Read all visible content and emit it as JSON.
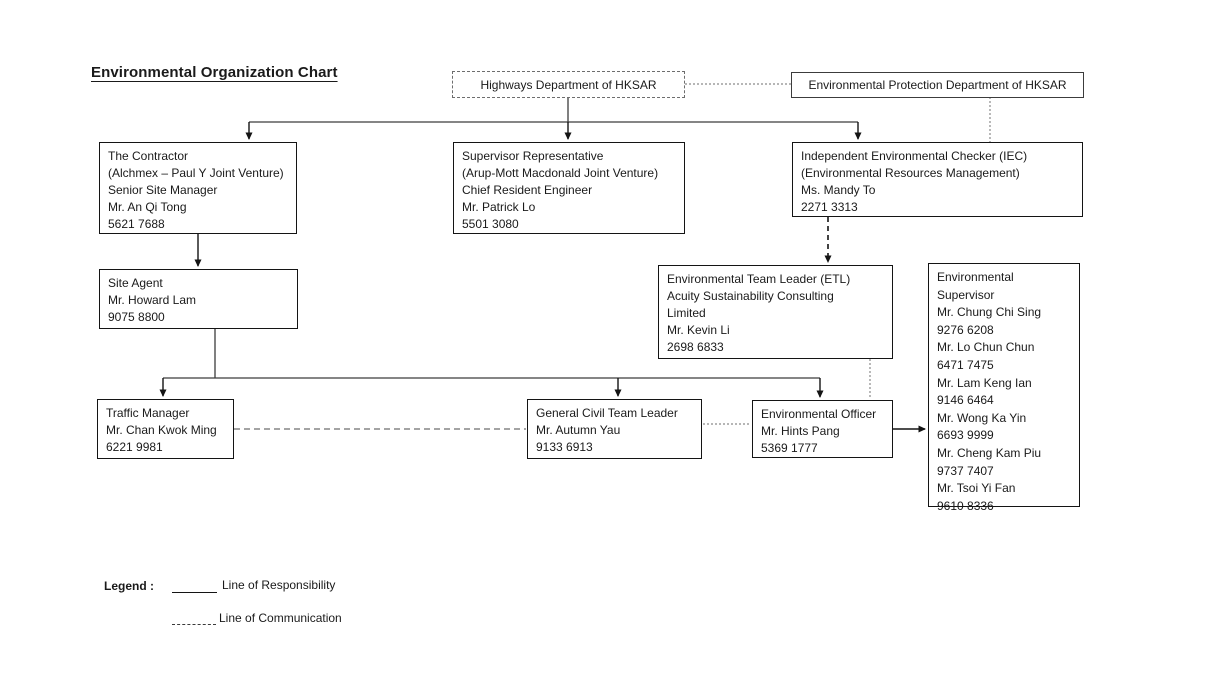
{
  "title": "Environmental Organization Chart",
  "accent_color": "#141414",
  "nodes": {
    "highways": {
      "lines": [
        "Highways Department of HKSAR"
      ]
    },
    "epd": {
      "lines": [
        "Environmental Protection Department of HKSAR"
      ]
    },
    "contractor": {
      "lines": [
        "The Contractor",
        "(Alchmex – Paul Y Joint Venture)",
        "Senior Site Manager",
        "Mr. An Qi Tong",
        "5621 7688"
      ]
    },
    "supervisor_rep": {
      "lines": [
        "Supervisor Representative",
        "(Arup-Mott Macdonald Joint Venture)",
        "Chief Resident Engineer",
        "Mr. Patrick Lo",
        "5501 3080"
      ]
    },
    "iec": {
      "lines": [
        "Independent Environmental Checker (IEC)",
        "(Environmental Resources Management)",
        "Ms. Mandy To",
        "2271 3313"
      ]
    },
    "site_agent": {
      "lines": [
        "Site Agent",
        "Mr. Howard Lam",
        "9075 8800"
      ]
    },
    "etl": {
      "lines": [
        "Environmental Team Leader (ETL)",
        "Acuity Sustainability Consulting",
        "Limited",
        "Mr. Kevin Li",
        "2698 6833"
      ]
    },
    "env_supervisor": {
      "lines": [
        "Environmental",
        "Supervisor",
        "Mr. Chung Chi Sing",
        "9276 6208",
        "Mr. Lo Chun Chun",
        "6471 7475",
        "Mr. Lam Keng Ian",
        "9146 6464",
        "Mr. Wong Ka Yin",
        "6693 9999",
        "Mr. Cheng Kam Piu",
        "9737 7407",
        "Mr. Tsoi Yi Fan",
        "9610 8336"
      ]
    },
    "traffic_manager": {
      "lines": [
        "Traffic Manager",
        "Mr. Chan Kwok Ming",
        "6221 9981"
      ]
    },
    "general_civil": {
      "lines": [
        "General Civil Team Leader",
        "Mr. Autumn Yau",
        "9133 6913"
      ]
    },
    "env_officer": {
      "lines": [
        "Environmental Officer",
        "Mr. Hints Pang",
        "5369 1777"
      ]
    }
  },
  "legend": {
    "label": "Legend :",
    "responsibility_label": "Line of Responsibility",
    "communication_label": "Line of Communication"
  }
}
